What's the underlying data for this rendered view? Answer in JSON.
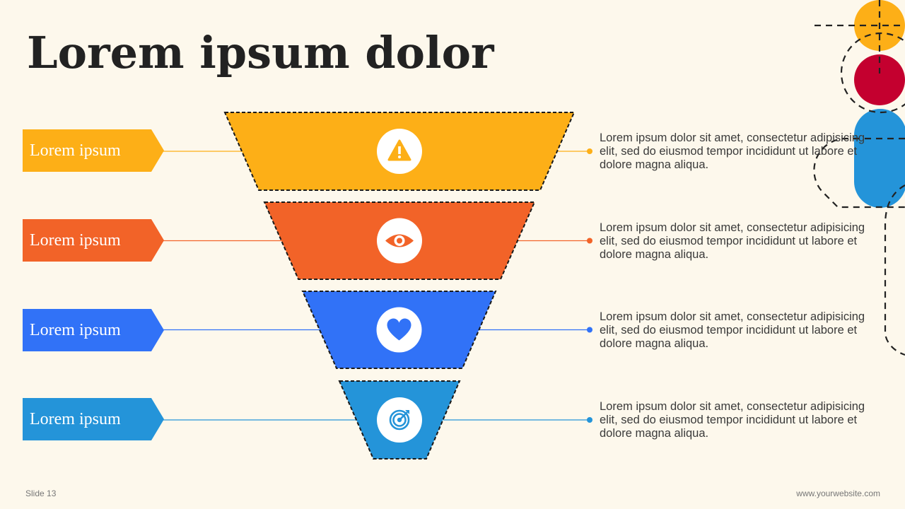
{
  "title": "Lorem ipsum dolor",
  "stages": [
    {
      "label": "Lorem ipsum",
      "icon": "warning-icon",
      "color": "#fdaf17",
      "description": "Lorem ipsum dolor sit amet, consectetur adipisicing elit, sed do eiusmod tempor incididunt ut labore et dolore magna aliqua."
    },
    {
      "label": "Lorem ipsum",
      "icon": "eye-icon",
      "color": "#f26328",
      "description": "Lorem ipsum dolor sit amet, consectetur adipisicing elit, sed do eiusmod tempor incididunt ut labore et dolore magna aliqua."
    },
    {
      "label": "Lorem ipsum",
      "icon": "heart-icon",
      "color": "#3172f7",
      "description": "Lorem ipsum dolor sit amet, consectetur adipisicing elit, sed do eiusmod tempor incididunt ut labore et dolore magna aliqua."
    },
    {
      "label": "Lorem ipsum",
      "icon": "target-icon",
      "color": "#2494d9",
      "description": "Lorem ipsum dolor sit amet, consectetur adipisicing elit, sed do eiusmod tempor incididunt ut labore et dolore magna aliqua."
    }
  ],
  "decoration": {
    "colors": [
      "#fdaf17",
      "#c4002f",
      "#2494d9"
    ]
  },
  "footer": {
    "slide_number": "Slide 13",
    "website": "www.yourwebsite.com"
  }
}
